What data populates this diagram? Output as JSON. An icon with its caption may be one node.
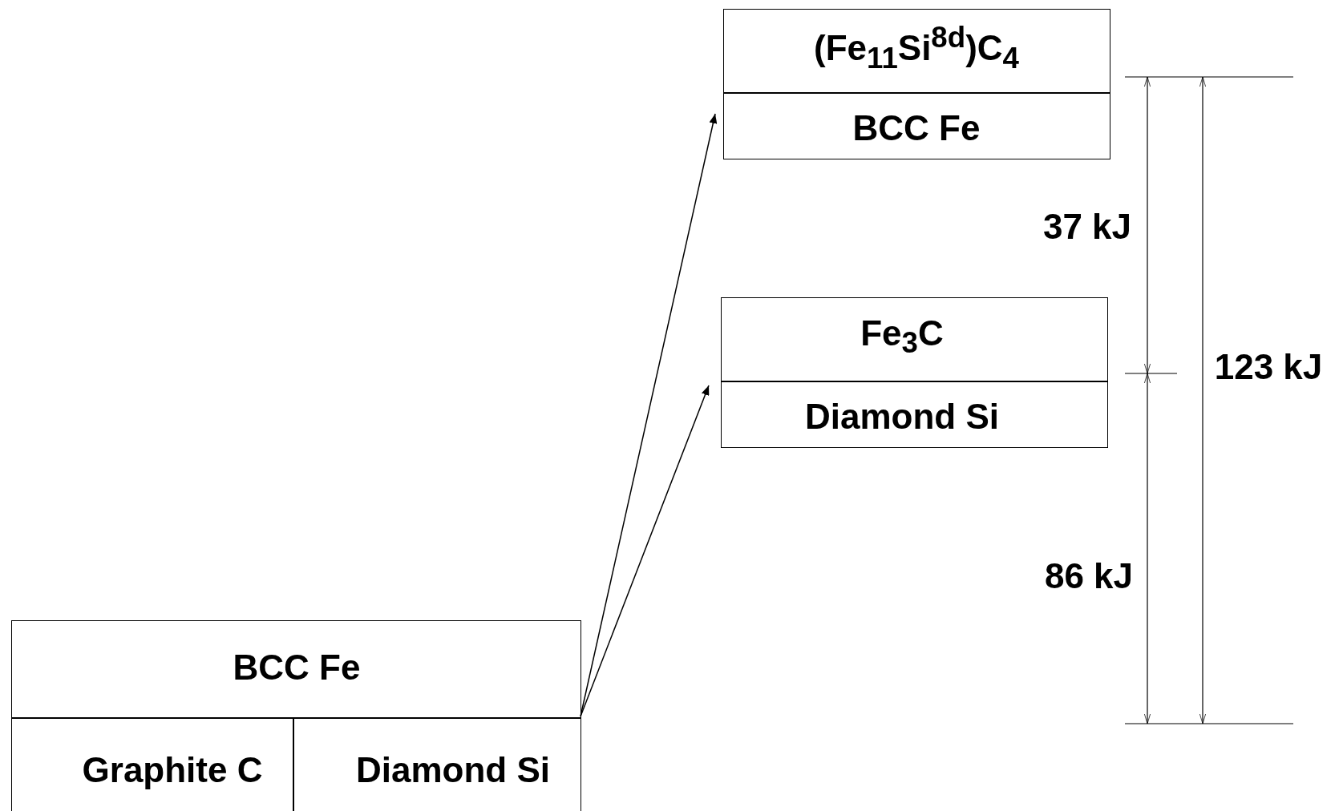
{
  "diagram": {
    "nodes": [
      {
        "text": [
          "BCC Fe",
          "Graphite C",
          "Diamond Si"
        ]
      },
      {
        "text": [
          "(Fe$_{11}$Si$^{8d}$)C$_{4}$",
          "BCC Fe"
        ]
      },
      {
        "text": [
          "Fe$_{3}$C",
          "Diamond Si"
        ]
      }
    ],
    "edges": [
      {
        "from": 0,
        "to": 1,
        "arrow": "to"
      },
      {
        "from": 0,
        "to": 2,
        "arrow": "to"
      }
    ],
    "labels": [
      "37 kJ",
      "123 kJ",
      "86 kJ"
    ]
  }
}
